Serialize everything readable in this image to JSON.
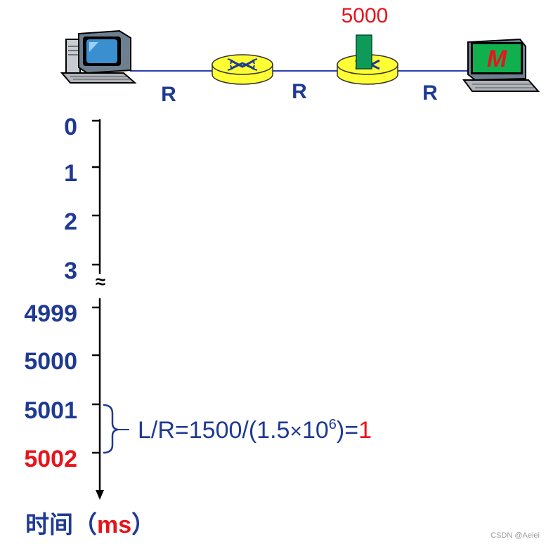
{
  "colors": {
    "navy": "#1F3A93",
    "red": "#E8141B",
    "router_yellow": "#FFFF33",
    "packet_green": "#0E9B5A",
    "link_blue": "#2B3FAF",
    "black": "#000000",
    "watermark": "#9A9A9A"
  },
  "packet_label": "5000",
  "links": [
    {
      "label": "R"
    },
    {
      "label": "R"
    },
    {
      "label": "R"
    }
  ],
  "destination_screen_letter": "M",
  "timeline": {
    "ticks": [
      {
        "label": "0",
        "color": "navy"
      },
      {
        "label": "1",
        "color": "navy"
      },
      {
        "label": "2",
        "color": "navy"
      },
      {
        "label": "3",
        "color": "navy"
      },
      {
        "label": "4999",
        "color": "navy"
      },
      {
        "label": "5000",
        "color": "navy"
      },
      {
        "label": "5001",
        "color": "navy"
      },
      {
        "label": "5002",
        "color": "red"
      }
    ],
    "break_symbol": "≈",
    "axis_label_main": "时间（",
    "axis_label_unit": "ms",
    "axis_label_close": "）"
  },
  "annotation": {
    "prefix": "L/R=1500/(1.5",
    "times": "×",
    "base": "10",
    "exponent": "6",
    "close": ")=",
    "result": "1"
  },
  "watermark": "CSDN @Aeiei"
}
